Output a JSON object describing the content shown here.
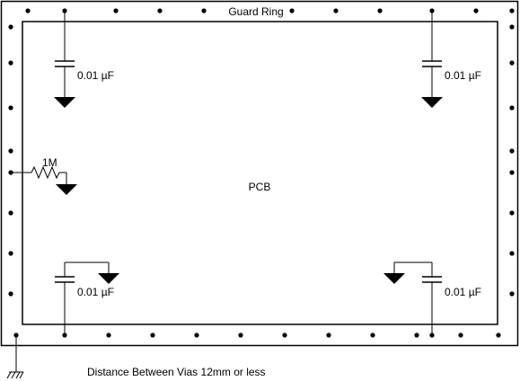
{
  "labels": {
    "guard_ring": "Guard Ring",
    "pcb": "PCB",
    "resistor": "1M",
    "footer": "Distance Between Vias 12mm or less"
  },
  "capacitors": {
    "top_left": "0.01 µF",
    "top_right": "0.01 µF",
    "bottom_left": "0.01 µF",
    "bottom_right": "0.01 µF"
  }
}
